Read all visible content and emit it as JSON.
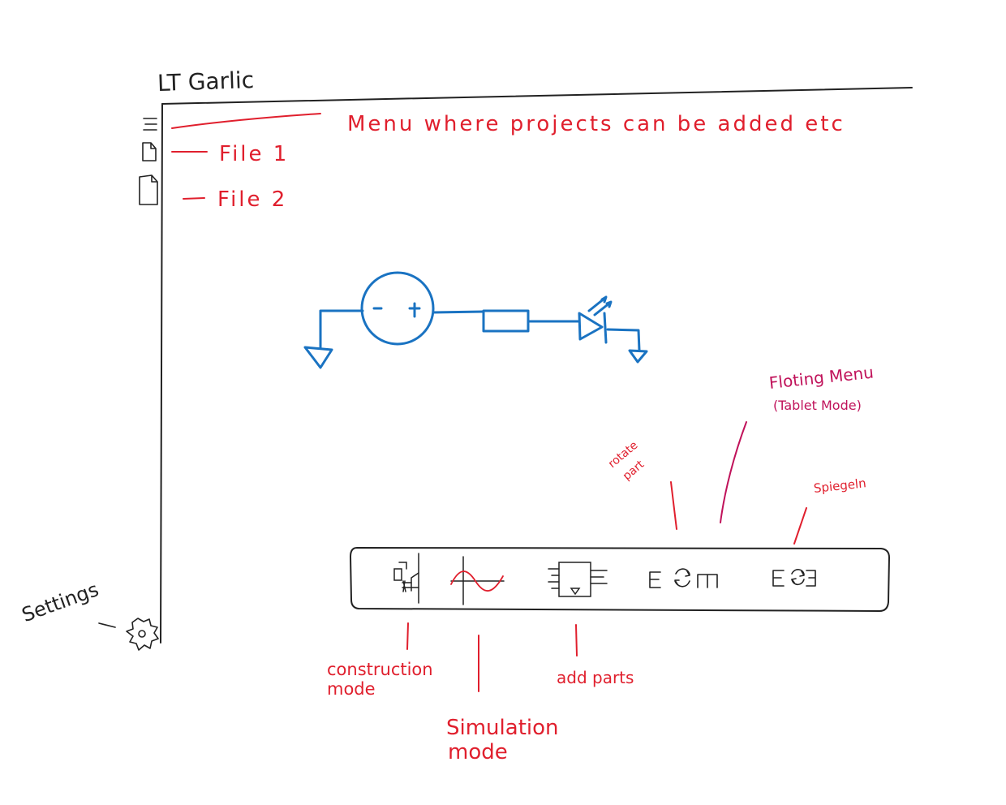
{
  "app": {
    "title": "LT Garlic"
  },
  "sidebar": {
    "menu_note": "Menu where projects can be added etc",
    "files": [
      {
        "label": "File 1"
      },
      {
        "label": "File 2"
      }
    ],
    "settings_label": "Settings"
  },
  "toolbar": {
    "annotations": {
      "construction": "construction mode",
      "simulation_line1": "Simulation",
      "simulation_line2": "mode",
      "add_parts": "add parts",
      "rotate_line1": "rotate",
      "rotate_line2": "part",
      "floating_line1": "Floting Menu",
      "floating_line2": "(Tablet Mode)",
      "mirror": "Spiegeln"
    }
  },
  "colors": {
    "ink": "#222222",
    "annotation_red": "#e01f2d",
    "annotation_magenta": "#c0125a",
    "circuit_blue": "#1a73c2"
  },
  "icons": {
    "hamburger": "hamburger-menu-icon",
    "file": "file-icon",
    "settings": "gear-icon",
    "construction": "transistor-icon",
    "simulation": "sine-wave-icon",
    "add_parts": "chip-icon",
    "rotate": "rotate-part-icon",
    "mirror": "mirror-part-icon"
  }
}
